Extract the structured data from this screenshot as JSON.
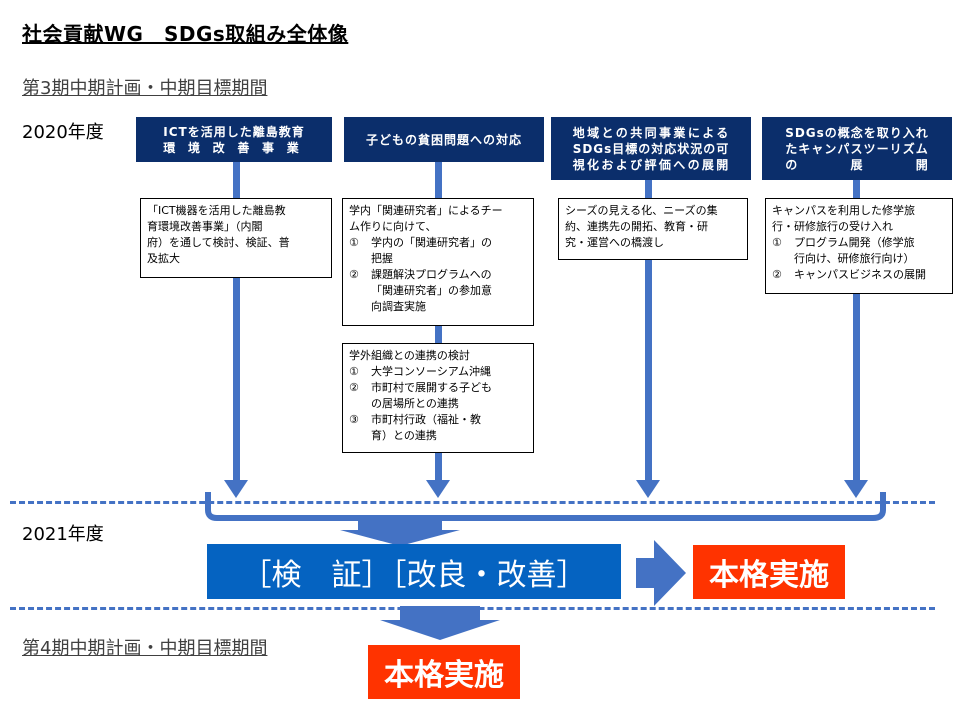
{
  "title": "社会貢献WG　SDGs取組み全体像",
  "period_top": "第3期中期計画・中期目標期間",
  "period_bottom": "第4期中期計画・中期目標期間",
  "year_2020": "2020年度",
  "year_2021": "2021年度",
  "columns": [
    {
      "header": [
        "ICTを活用した離島教育",
        "環境改善事業"
      ],
      "box1": [
        "「ICT機器を活用した離島教",
        "育環境改善事業」（内閣",
        "府）を通して検討、検証、普",
        "及拡大"
      ]
    },
    {
      "header": [
        "子どもの貧困問題への対応"
      ],
      "box1_intro": [
        "学内「関連研究者」によるチー",
        "ム作りに向けて、"
      ],
      "box1_items": [
        {
          "num": "①",
          "lines": [
            "学内の「関連研究者」の",
            "把握"
          ]
        },
        {
          "num": "②",
          "lines": [
            "課題解決プログラムへの",
            "「関連研究者」の参加意",
            "向調査実施"
          ]
        }
      ],
      "box2_intro": [
        "学外組織との連携の検討"
      ],
      "box2_items": [
        {
          "num": "①",
          "lines": [
            "大学コンソーシアム沖縄"
          ]
        },
        {
          "num": "②",
          "lines": [
            "市町村で展開する子ども",
            "の居場所との連携"
          ]
        },
        {
          "num": "③",
          "lines": [
            "市町村行政（福祉・教",
            "育）との連携"
          ]
        }
      ]
    },
    {
      "header": [
        "地域との共同事業による",
        "SDGs目標の対応状況の可",
        "視化および評価への展開"
      ],
      "box1": [
        "シーズの見える化、ニーズの集",
        "約、連携先の開拓、教育・研",
        "究・運営への橋渡し"
      ]
    },
    {
      "header": [
        "SDGsの概念を取り入れ",
        "たキャンパスツーリズム",
        "の　　　展　　　開"
      ],
      "box1_intro": [
        "キャンパスを利用した修学旅",
        "行・研修旅行の受け入れ"
      ],
      "box1_items": [
        {
          "num": "①",
          "lines": [
            "プログラム開発（修学旅",
            "行向け、研修旅行向け）"
          ]
        },
        {
          "num": "②",
          "lines": [
            "キャンパスビジネスの展開"
          ]
        }
      ]
    }
  ],
  "banner_text": "［検　証］［改良・改善］",
  "full_impl_right": "本格実施",
  "full_impl_bottom": "本格実施",
  "colors": {
    "header_bg": "#0B2E6B",
    "arrow_blue": "#4472C4",
    "banner_blue": "#0563C1",
    "impl_red": "#FF3300"
  }
}
